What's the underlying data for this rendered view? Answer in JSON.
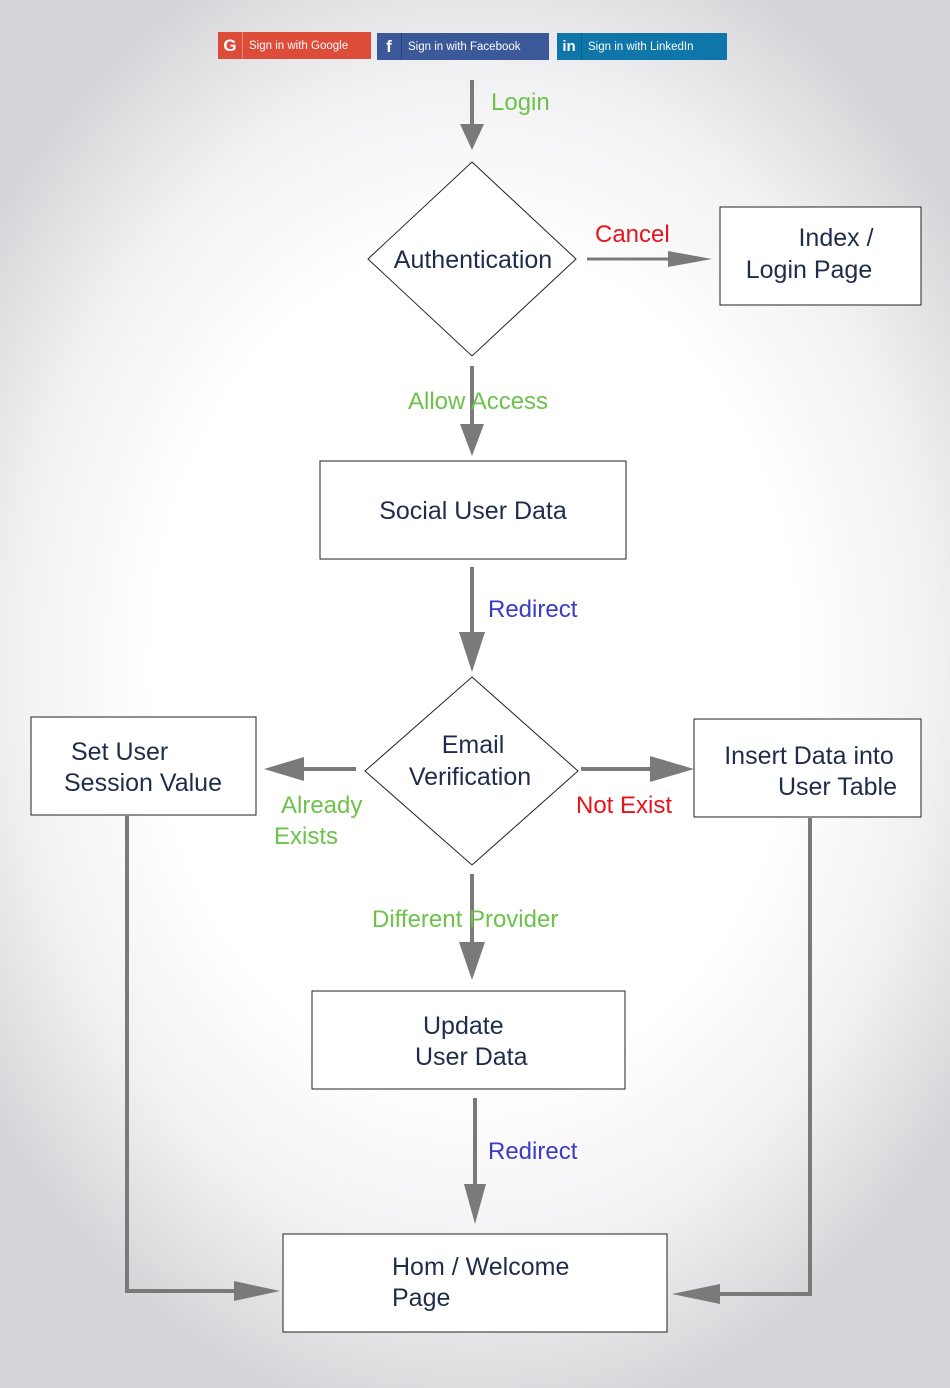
{
  "social_buttons": {
    "google": {
      "icon": "google-icon",
      "label": "Sign in with Google",
      "color": "#dd4b39"
    },
    "facebook": {
      "icon": "facebook-icon",
      "label": "Sign in with Facebook",
      "color": "#3b5998"
    },
    "linkedin": {
      "icon": "linkedin-icon",
      "label": "Sign in with LinkedIn",
      "color": "#0e76a8"
    }
  },
  "colors": {
    "arrow": "#7a7a7a",
    "node_text": "#1f2d4a",
    "label_green": "#6cc24a",
    "label_red": "#e8141b",
    "label_blue": "#3b3bc4"
  },
  "nodes": {
    "authentication": {
      "shape": "diamond",
      "lines": [
        "Authentication"
      ]
    },
    "index_login": {
      "shape": "box",
      "lines": [
        "Index /",
        "Login Page"
      ]
    },
    "social_user_data": {
      "shape": "box",
      "lines": [
        "Social User Data"
      ]
    },
    "email_verification": {
      "shape": "diamond",
      "lines": [
        "Email",
        "Verification"
      ]
    },
    "set_user_session": {
      "shape": "box",
      "lines": [
        "Set User",
        "Session Value"
      ]
    },
    "insert_data": {
      "shape": "box",
      "lines": [
        "Insert Data into",
        "User Table"
      ]
    },
    "update_user_data": {
      "shape": "box",
      "lines": [
        "Update",
        "User Data"
      ]
    },
    "home_welcome": {
      "shape": "box",
      "lines": [
        "Hom / Welcome",
        "Page"
      ]
    }
  },
  "edge_labels": {
    "login": "Login",
    "cancel": "Cancel",
    "allow_access": "Allow Access",
    "redirect_1": "Redirect",
    "already_exists_1": "Already",
    "already_exists_2": "Exists",
    "not_exist": "Not Exist",
    "different_provider": "Different Provider",
    "redirect_2": "Redirect"
  }
}
